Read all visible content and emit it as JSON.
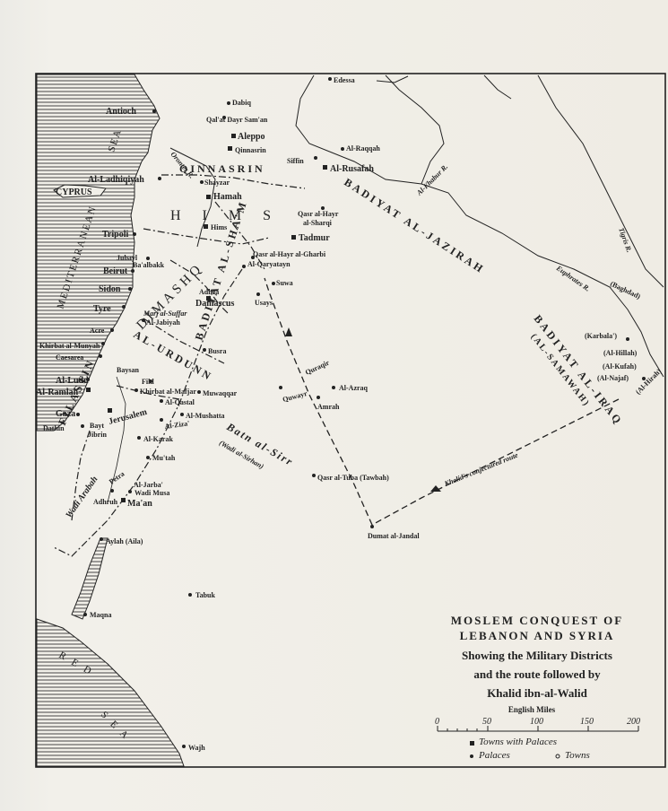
{
  "map": {
    "title": "MOSLEM CONQUEST OF LEBANON AND SYRIA",
    "title_line1": "MOSLEM CONQUEST OF",
    "title_line2": "LEBANON AND SYRIA",
    "subtitle_line1": "Showing the Military Districts",
    "subtitle_line2": "and the route followed by",
    "subtitle_line3": "Khalid ibn-al-Walid",
    "scale": {
      "caption": "English Miles",
      "ticks": [
        "0",
        "50",
        "100",
        "150",
        "200"
      ]
    },
    "legend": {
      "towns_with_palaces": "Towns with Palaces",
      "palaces": "Palaces",
      "towns": "Towns"
    },
    "seas": {
      "mediterranean": "MEDITERRANEAN",
      "sea": "SEA",
      "red": "R E D",
      "red_sea": "S E A",
      "cyprus": "CYPRUS"
    },
    "regions": {
      "qinnasrin": "QINNASRIN",
      "hims": "H I M S",
      "dimashq": "DIMASHQ",
      "badiyat_al_sham": "BADIYAT AL-SHA'M",
      "al_urdunn": "AL-URDUNN",
      "filastin": "FILASTIN",
      "badiyat_al_jazirah": "BADIYAT AL-JAZIRAH",
      "badiyat_al_iraq": "BADIYAT AL-IRAQ",
      "al_samawah": "(AL-SAMAWAH)",
      "batn_al_sirr": "Batn al-Sirr",
      "wadi_al_sirhan": "(Wadi al-Sirhan)",
      "wadi_arabah": "Wadi Arabah",
      "route": "Khalid's conjectured route"
    },
    "rivers": {
      "euphrates": "Euphrates R.",
      "tigris": "Tigris R.",
      "khabur": "Al-Khabur R.",
      "orontes": "Orontes R."
    },
    "places": {
      "edessa": "Edessa",
      "dabiq": "Dabiq",
      "qalat": "Qal'at Dayr Sam'an",
      "aleppo": "Aleppo",
      "antioch": "Antioch",
      "qinnasrin_t": "Qinnasrin",
      "raqqah": "Al-Raqqah",
      "siffin": "Siffin",
      "rusafah": "Al-Rusafah",
      "ladhiqiyah": "Al-Ladhiqiyah",
      "shayzar": "Shayzar",
      "hamah": "Hamah",
      "hims_t": "Hims",
      "qasr_sharqi": "Qasr al-Hayr",
      "qasr_sharqi2": "al-Sharqi",
      "tadmur": "Tadmur",
      "tripoli": "Tripoli",
      "jubayl": "Jubayl",
      "baalbakk": "Ba'albakk",
      "beirut": "Beirut",
      "qasr_gharbi": "Qasr al-Hayr al-Gharbi",
      "qaryatayn": "Al-Qaryatayn",
      "sidon": "Sidon",
      "suwa": "Suwa",
      "adhra": "Adhra",
      "damascus": "Damascus",
      "usays": "Usays",
      "tyre": "Tyre",
      "marj": "Marj al-Suffar",
      "jabiyah": "Al-Jabiyah",
      "acre": "Acre",
      "khirbat_munyah": "Khirbat al-Munyah",
      "caesarea": "Caesarea",
      "busra": "Busra",
      "baysan": "Baysan",
      "fihl": "Fihl",
      "ludd": "Al-Ludd",
      "ramlah": "Al-Ramlah",
      "khirbat_mafjar": "Khirbat al-Mafjar",
      "muwaqqar": "Muwaqqar",
      "qastal": "Al-Qastal",
      "mushatta": "Al-Mushatta",
      "ziza": "Al-Ziza'",
      "jerusalem": "Jerusalem",
      "gaza": "Gaza",
      "bayt_jibrin": "Bayt",
      "bayt_jibrin2": "Jibrin",
      "dathin": "Dathin",
      "karak": "Al-Karak",
      "mutah": "Mu'tah",
      "petra": "Petra",
      "jarba": "Al-Jarba'",
      "wadi_musa": "Wadi Musa",
      "adhruh": "Adhruh",
      "maan": "Ma'an",
      "quraqir": "Quraqir",
      "azraq": "Al-Azraq",
      "quraqir2": "Quwayr",
      "amrah": "Amrah",
      "qasr_tuba": "Qasr al-Tuba (Tawbah)",
      "dumat": "Dumat al-Jandal",
      "aylah": "Aylah (Aila)",
      "tabuk": "Tabuk",
      "maqna": "Maqna",
      "wajh": "Wajh",
      "karbala": "(Karbala')",
      "hirah": "(Al-Hirah)",
      "hillah": "(Al-Hillah)",
      "kufah": "(Al-Kufah)",
      "najaf": "(Al-Najaf)",
      "baghdad": "(Baghdad)"
    }
  }
}
